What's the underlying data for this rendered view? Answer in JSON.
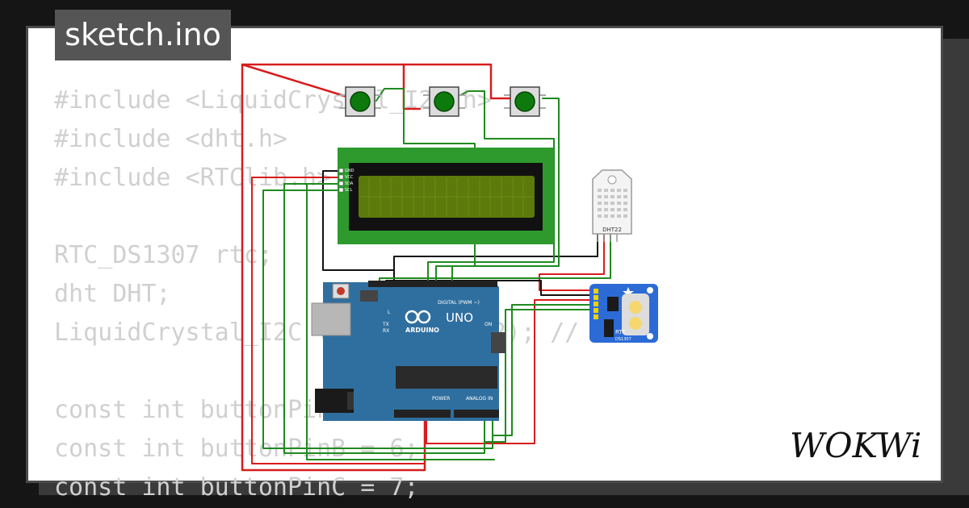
{
  "title": "sketch.ino",
  "code_lines": [
    "#include <LiquidCrystal_I2C.h>",
    "#include <dht.h>",
    "#include <RTClib.h>",
    "",
    "RTC_DS1307 rtc;",
    "dht DHT;",
    "LiquidCrystal_I2C lcd(0x27,16,2); //",
    "",
    "const int buttonPinA = 5;",
    "const int buttonPinB = 6;",
    "const int buttonPinC = 7;"
  ],
  "brand": "WOKWi",
  "board": {
    "logo_text": "ARDUINO",
    "model": "UNO",
    "digital_label": "DIGITAL (PWM ~)",
    "power_label": "POWER",
    "analog_label": "ANALOG IN",
    "on_label": "ON",
    "tx_label": "TX",
    "rx_label": "RX",
    "l_label": "L"
  },
  "lcd": {
    "pins": [
      "GND",
      "VCC",
      "SDA",
      "SCL"
    ]
  },
  "dht": {
    "label": "DHT22"
  },
  "rtc": {
    "label": "RTC",
    "chip": "DS1307"
  },
  "colors": {
    "wire_red": "#d81c1c",
    "wire_green": "#1f8a1f",
    "wire_black": "#111111",
    "board_blue": "#2f6f9f",
    "lcd_green": "#2e9a2e",
    "lcd_screen": "#5c7a0c",
    "button_green": "#0d7a0d",
    "rtc_blue": "#2c6bd6"
  }
}
